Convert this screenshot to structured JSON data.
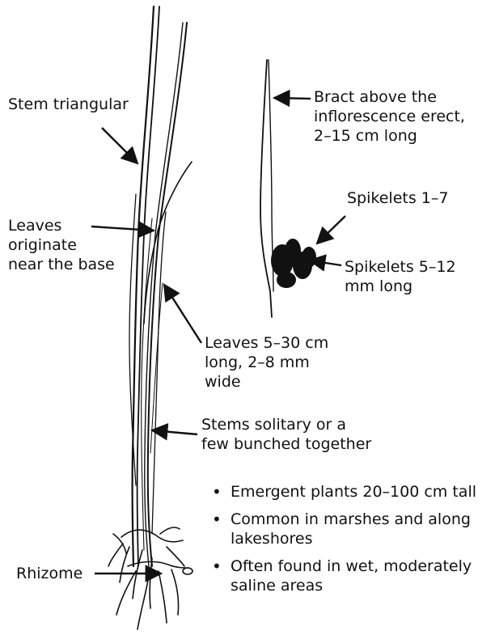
{
  "labels": {
    "stem_triangular": "Stem triangular",
    "leaves_base": [
      "Leaves",
      "originate",
      "near the base"
    ],
    "leaves_size": [
      "Leaves 5–30 cm",
      "long, 2–8 mm",
      "wide"
    ],
    "stems_solitary": [
      "Stems solitary or a",
      "few bunched together"
    ],
    "rhizome": "Rhizome",
    "bract": [
      "Bract above the",
      "inflorescence erect,",
      "2–15 cm long"
    ],
    "spikelets_count": "Spikelets 1–7",
    "spikelets_length": [
      "Spikelets 5–12",
      "mm long"
    ]
  },
  "facts": [
    "Emergent plants 20–100 cm tall",
    "Common in marshes and along lakeshores",
    "Often found in wet, moderately saline areas"
  ]
}
